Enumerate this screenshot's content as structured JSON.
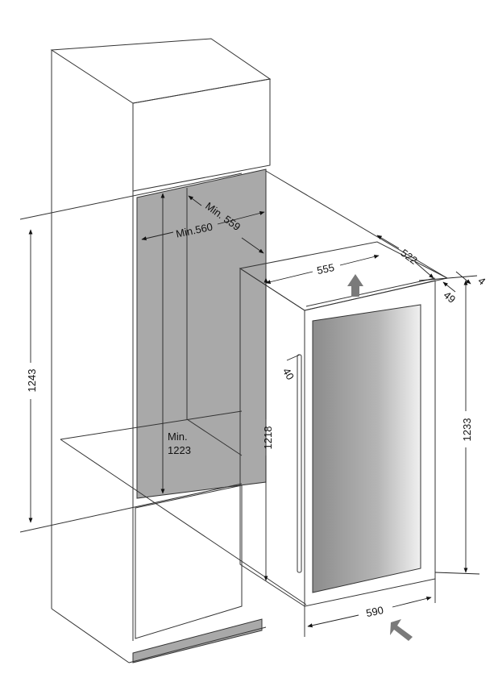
{
  "niche": {
    "width_min": "Min.560",
    "depth_min": "Min. 559",
    "height_min_line1": "Min.",
    "height_min_line2": "1223",
    "opening_height": "1243"
  },
  "appliance": {
    "width": "590",
    "top_width": "555",
    "depth": "522",
    "door_offset": "49",
    "gap": "4",
    "handle_depth": "40",
    "body_height": "1218",
    "total_height": "1233"
  },
  "colors": {
    "niche": "#a9a9a9",
    "glass_dark": "#8c8c8c",
    "glass_light": "#f0f0f0",
    "arrow": "#7a7a7a"
  }
}
